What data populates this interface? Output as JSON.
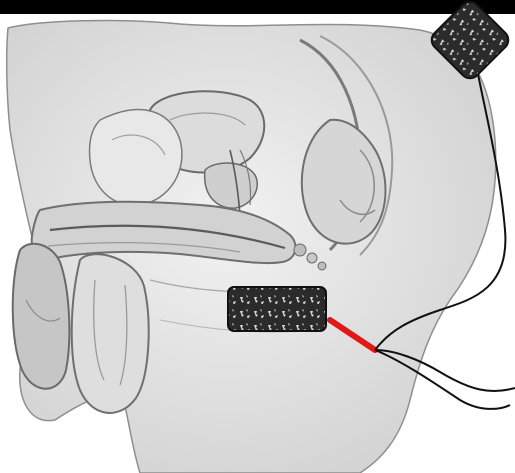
{
  "image": {
    "subject": "",
    "background_color": "#ffffff",
    "top_band_color": "#000000"
  },
  "colors": {
    "tissue_light": "#e6e6e6",
    "tissue_mid": "#c9c9c9",
    "tissue_dark": "#8e8e8e",
    "outline": "#5a5a5a",
    "electrode_pad": "#2b2b2b",
    "electrode_pattern": "#d9d9d9",
    "lead_wire": "#111111",
    "red_connector": "#e01818"
  },
  "elements": [
    {
      "name": "anatomy-cross-section",
      "kind": "illustration"
    },
    {
      "name": "electrode-pad-upper",
      "kind": "electrode"
    },
    {
      "name": "electrode-pad-lower",
      "kind": "electrode"
    },
    {
      "name": "lead-wire",
      "kind": "wire"
    },
    {
      "name": "red-connector",
      "kind": "connector"
    }
  ]
}
